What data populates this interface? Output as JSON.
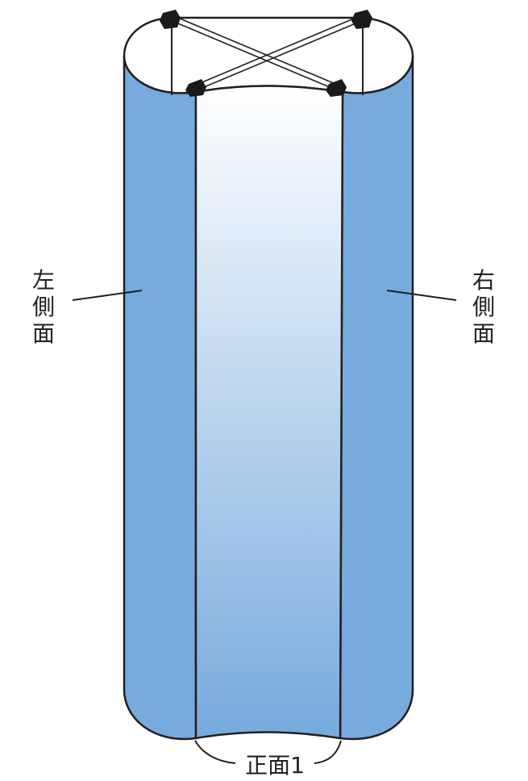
{
  "labels": {
    "left_side": [
      "左",
      "側",
      "面"
    ],
    "right_side": [
      "右",
      "側",
      "面"
    ],
    "front": "正面1"
  },
  "colors": {
    "side_panel": "#77aadd",
    "front_top": "#ffffff",
    "front_bottom": "#77aadd",
    "outline": "#231f20",
    "hardware": "#1a1a1a"
  }
}
